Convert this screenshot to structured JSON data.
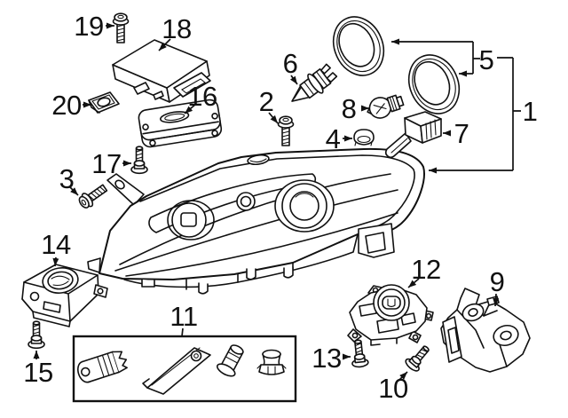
{
  "diagram": {
    "background_color": "#ffffff",
    "ink_color": "#111111",
    "callouts": [
      {
        "label": "1",
        "part": "headlamp-assembly"
      },
      {
        "label": "2",
        "part": "screw"
      },
      {
        "label": "3",
        "part": "screw"
      },
      {
        "label": "4",
        "part": "cap"
      },
      {
        "label": "5",
        "part": "retaining-rings"
      },
      {
        "label": "6",
        "part": "halogen-bulb"
      },
      {
        "label": "7",
        "part": "bulb-socket"
      },
      {
        "label": "8",
        "part": "bulb"
      },
      {
        "label": "9",
        "part": "mounting-bracket"
      },
      {
        "label": "10",
        "part": "bolt"
      },
      {
        "label": "11",
        "part": "bulb-socket-kit"
      },
      {
        "label": "12",
        "part": "adjuster-bracket"
      },
      {
        "label": "13",
        "part": "screw"
      },
      {
        "label": "14",
        "part": "ballast-unit"
      },
      {
        "label": "15",
        "part": "screw"
      },
      {
        "label": "16",
        "part": "control-module"
      },
      {
        "label": "17",
        "part": "screw"
      },
      {
        "label": "18",
        "part": "control-module"
      },
      {
        "label": "19",
        "part": "screw"
      },
      {
        "label": "20",
        "part": "retainer-clip"
      }
    ]
  }
}
